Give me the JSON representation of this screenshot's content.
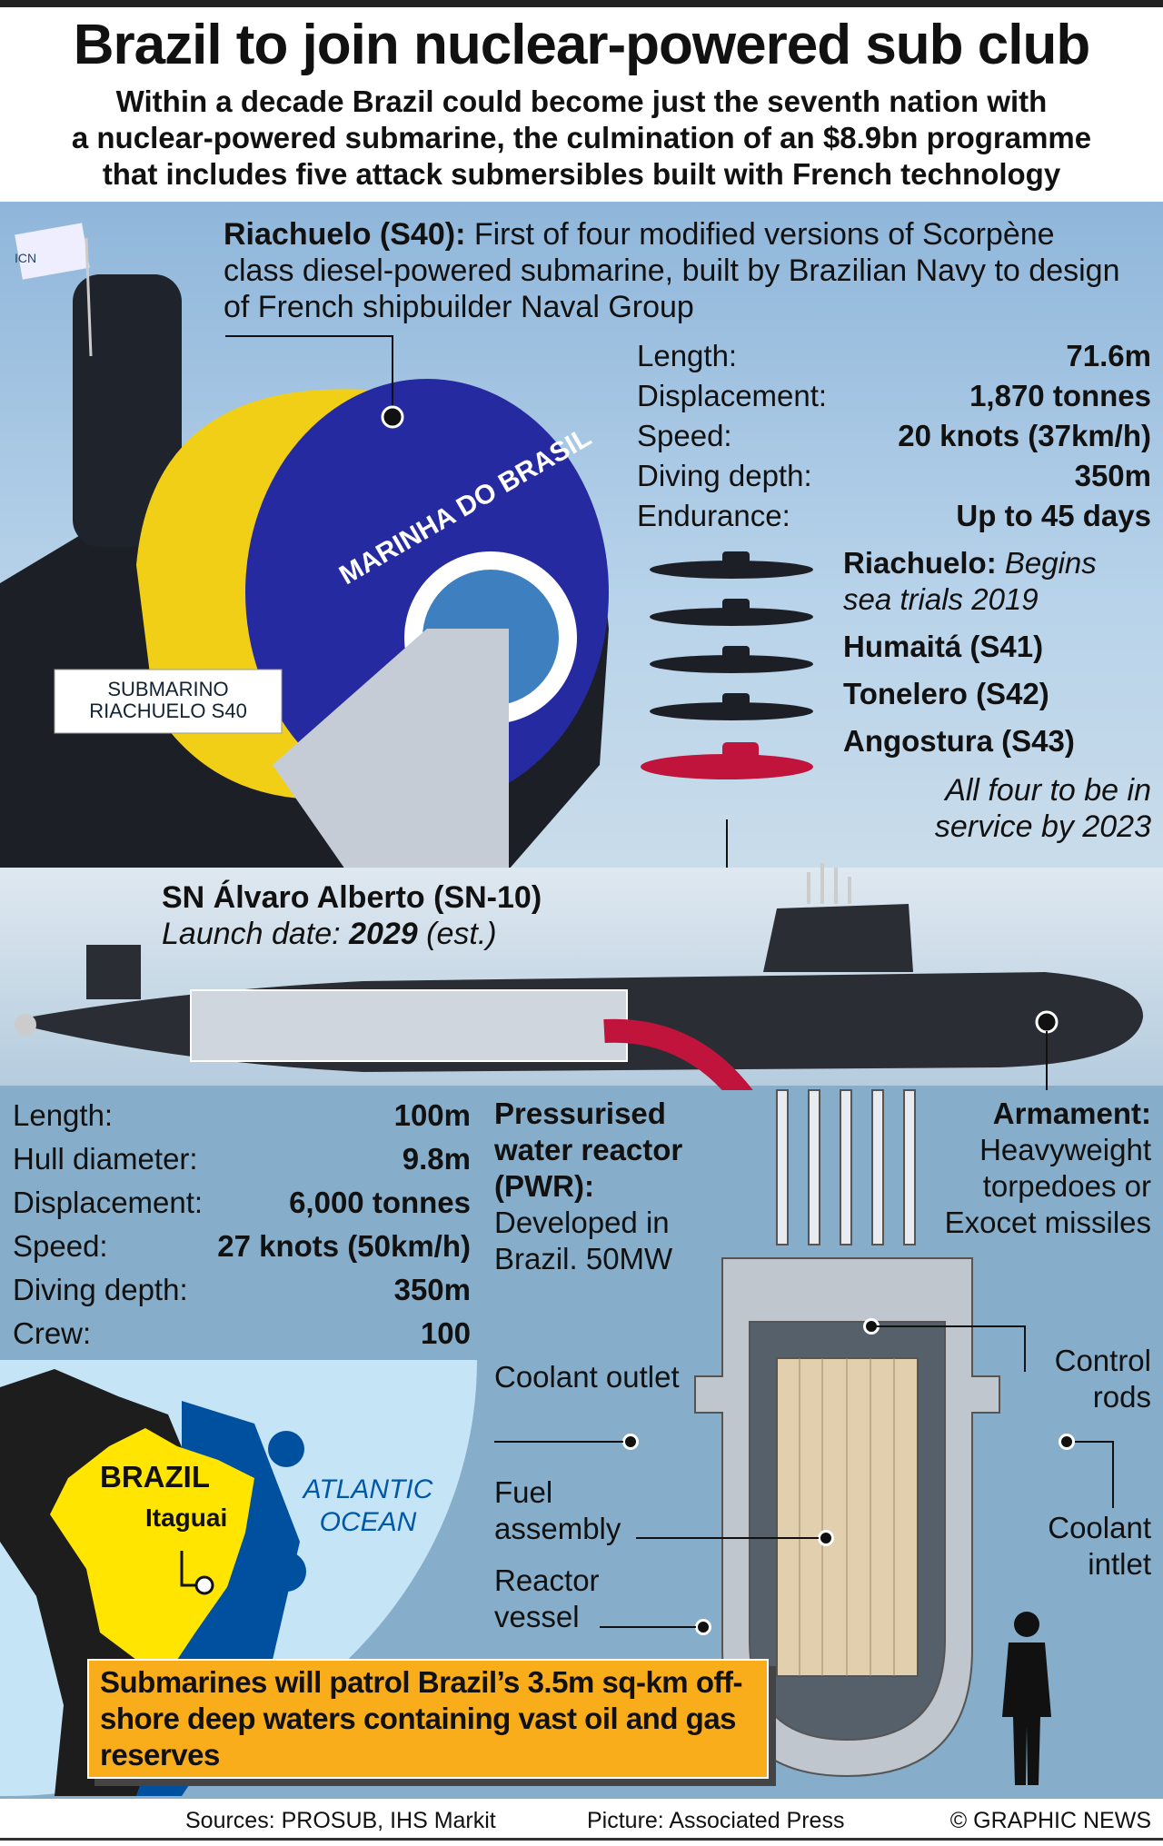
{
  "title": "Brazil to join nuclear-powered sub club",
  "subtitle": [
    "Within a decade Brazil could become just the seventh nation with",
    "a nuclear-powered submarine, the culmination of an $8.9bn programme",
    "that includes five attack submersibles built with French technology"
  ],
  "riachuelo": {
    "name": "Riachuelo (S40):",
    "desc": "First of four modified versions of Scorpène class diesel-powered submarine, built by Brazilian Navy to design of French shipbuilder Naval Group",
    "specs": [
      {
        "label": "Length:",
        "value": "71.6m"
      },
      {
        "label": "Displacement:",
        "value": "1,870 tonnes"
      },
      {
        "label": "Speed:",
        "value": "20 knots (37km/h)"
      },
      {
        "label": "Diving depth:",
        "value": "350m"
      },
      {
        "label": "Endurance:",
        "value": "Up to 45 days"
      }
    ],
    "photo_sign": [
      "SUBMARINO",
      "RIACHUELO S40"
    ],
    "hull_text": "MARINHA DO BRASIL",
    "flag_text": "ICN"
  },
  "subs": [
    {
      "name": "Riachuelo:",
      "note": "Begins sea trials 2019"
    },
    {
      "name": "Humaitá (S41)"
    },
    {
      "name": "Tonelero (S42)"
    },
    {
      "name": "Angostura (S43)"
    }
  ],
  "subs_note": "All four to be in service by 2023",
  "nuclear": {
    "name": "SN Álvaro Alberto (SN-10)",
    "launch_label": "Launch date:",
    "launch_year": "2029",
    "launch_suffix": "(est.)",
    "specs": [
      {
        "label": "Length:",
        "value": "100m"
      },
      {
        "label": "Hull diameter:",
        "value": "9.8m"
      },
      {
        "label": "Displacement:",
        "value": "6,000 tonnes"
      },
      {
        "label": "Speed:",
        "value": "27 knots (50km/h)"
      },
      {
        "label": "Diving depth:",
        "value": "350m"
      },
      {
        "label": "Crew:",
        "value": "100"
      }
    ]
  },
  "reactor": {
    "title": "Pressurised water reactor (PWR):",
    "desc": "Developed in Brazil. 50MW",
    "coolant_outlet": "Coolant outlet",
    "fuel_assembly": "Fuel assembly",
    "reactor_vessel": "Reactor vessel",
    "control_rods": "Control rods",
    "coolant_inlet": "Coolant intlet"
  },
  "armament": {
    "title": "Armament:",
    "desc": "Heavyweight torpedoes or Exocet missiles"
  },
  "map": {
    "country": "BRAZIL",
    "city": "Itaguai",
    "ocean": "ATLANTIC OCEAN"
  },
  "callout": "Submarines will patrol Brazil’s 3.5m sq-km off-shore deep waters containing vast oil and gas reserves",
  "footer": {
    "sources": "Sources: PROSUB, IHS Markit",
    "picture": "Picture: Associated Press",
    "credit": "© GRAPHIC NEWS"
  },
  "colors": {
    "highlight_sub": "#c0143c",
    "brazil": "#ffe500",
    "eez": "#0050a0",
    "callout": "#f9ad1b"
  }
}
